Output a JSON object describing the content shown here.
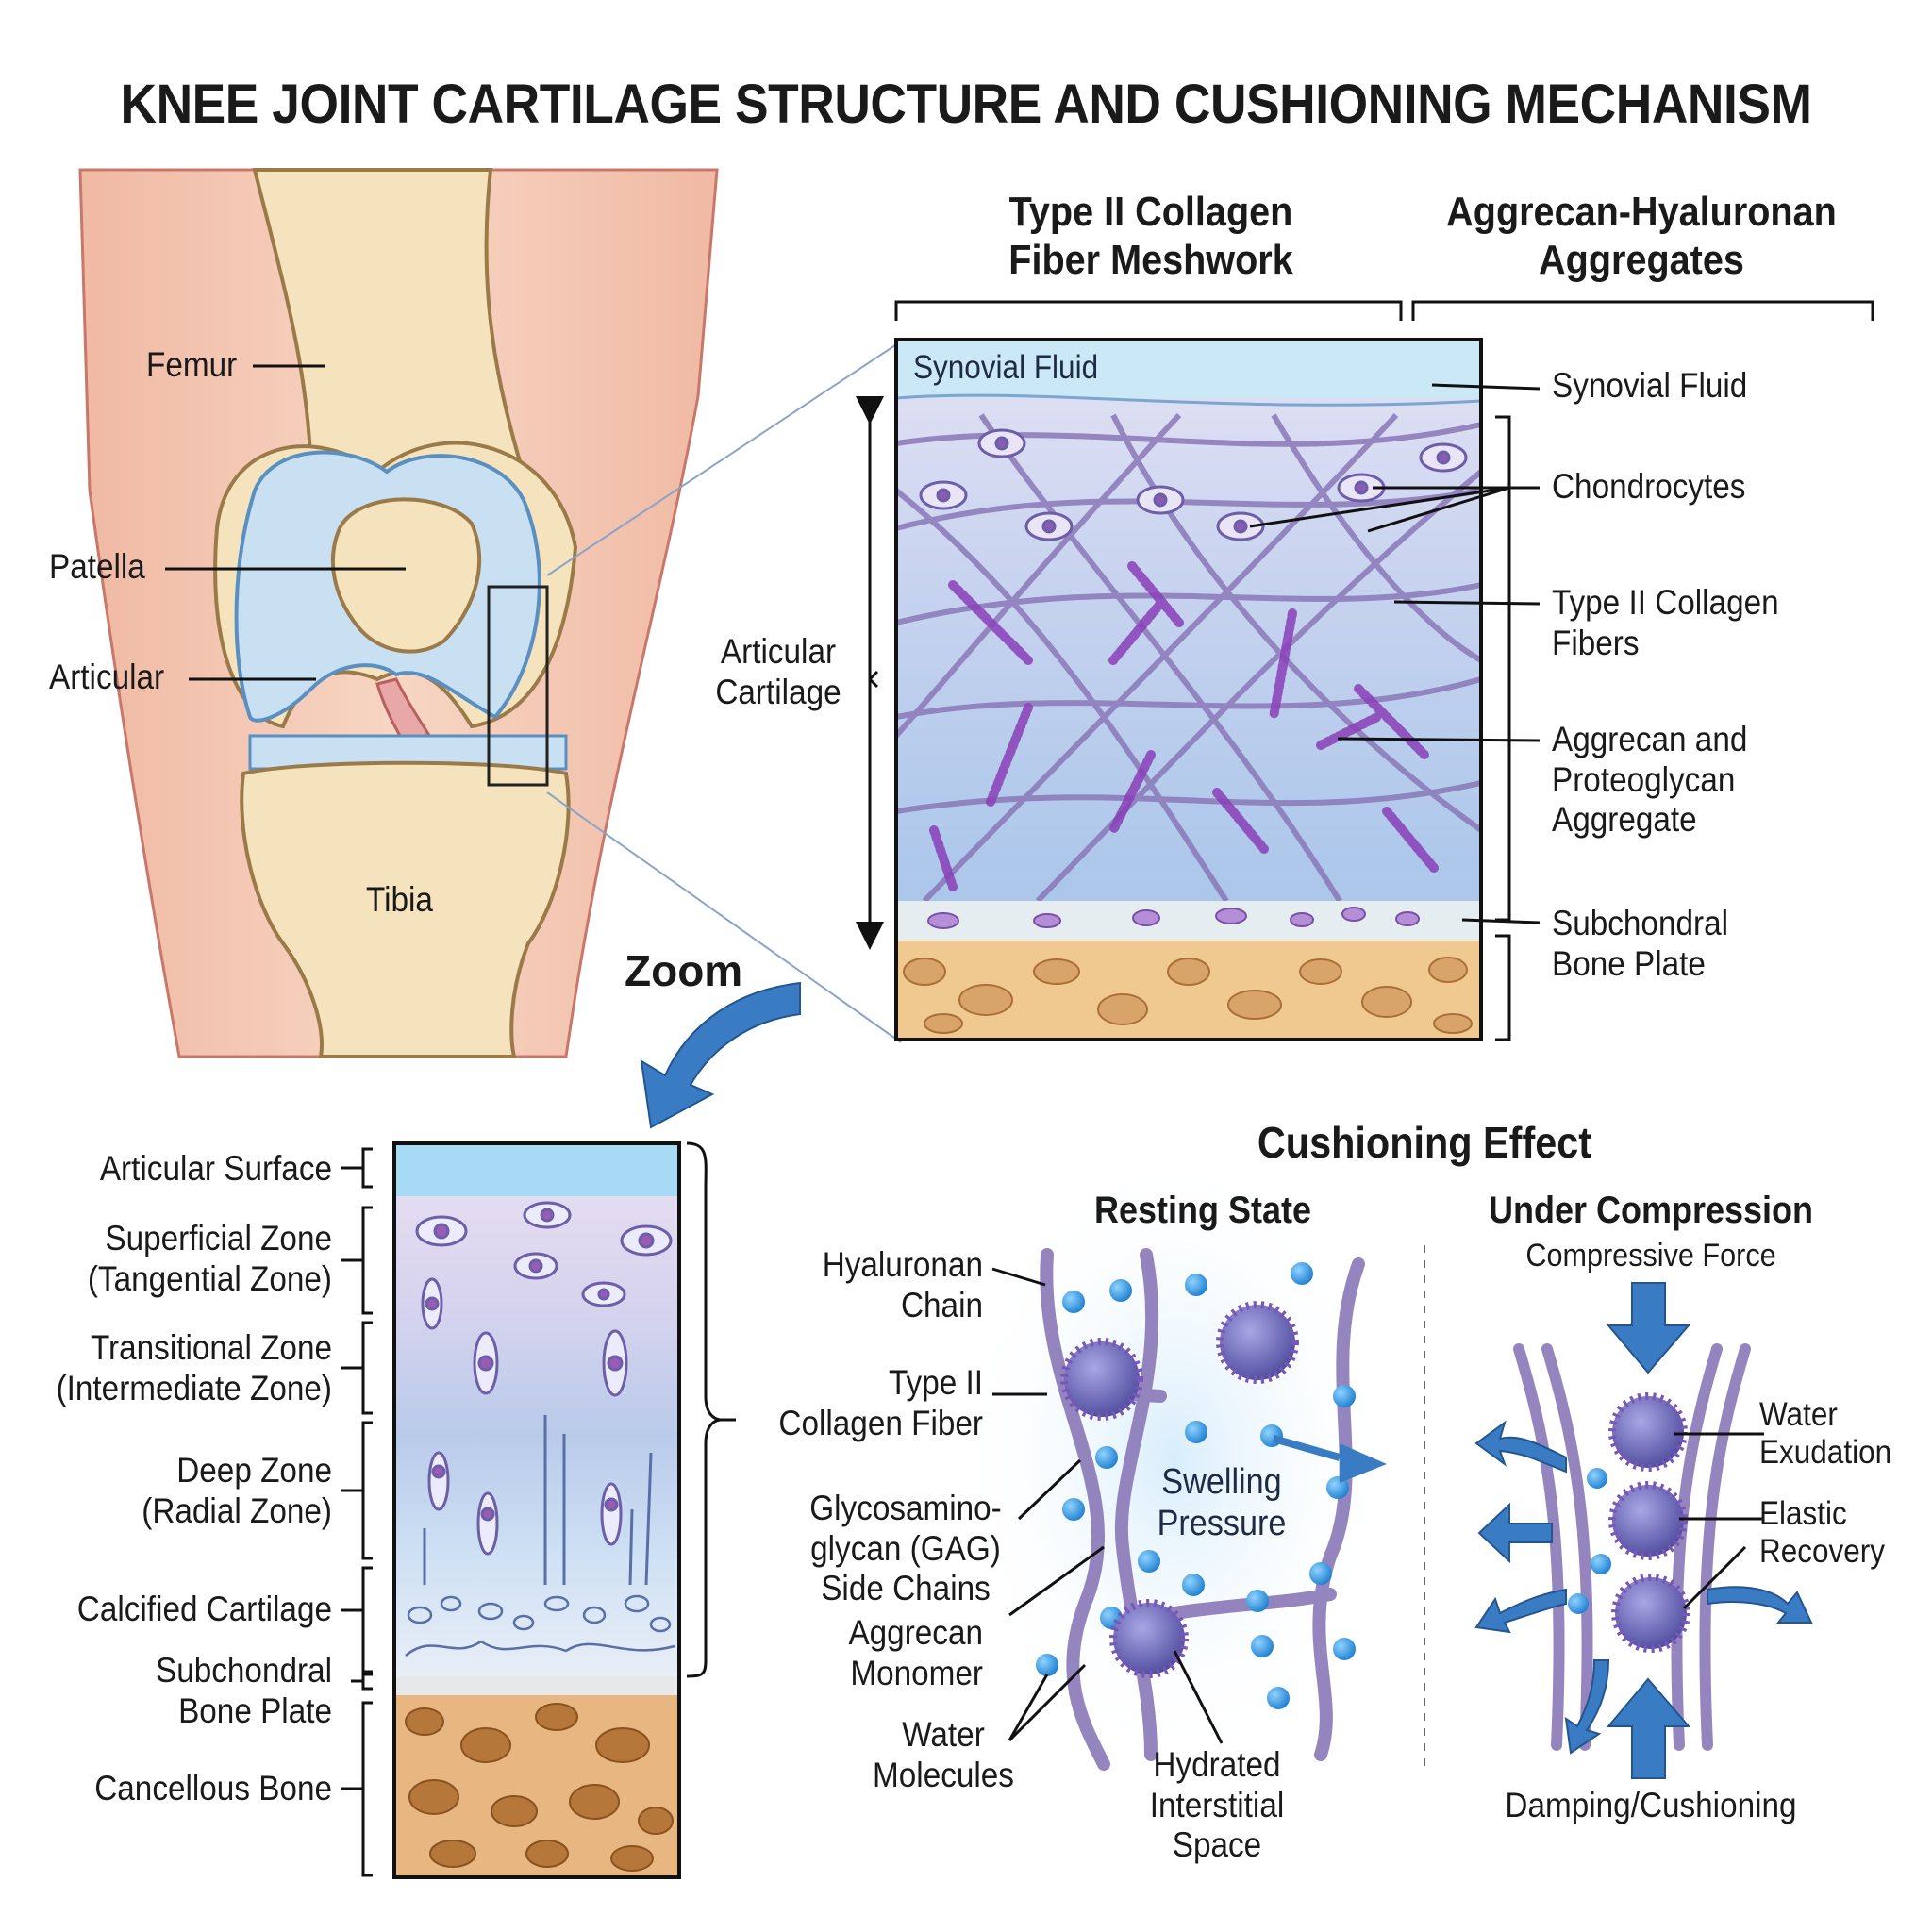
{
  "title": "KNEE JOINT CARTILAGE STRUCTURE AND CUSHIONING MECHANISM",
  "knee": {
    "femur": "Femur",
    "patella": "Patella",
    "articular": "Articular",
    "tibia": "Tibia",
    "zoom": "Zoom"
  },
  "detail": {
    "header_collagen": "Type II Collagen\nFiber Meshwork",
    "header_aggrecan": "Aggrecan-Hyaluronan\nAggregates",
    "inner_synovial": "Synovial Fluid",
    "left_articular": "Articular\nCartilage",
    "labels": {
      "synovial": "Synovial Fluid",
      "chondrocytes": "Chondrocytes",
      "collagen": "Type II Collagen\nFibers",
      "aggrecan": "Aggrecan and\nProteoglycan\nAggregate",
      "subchondral": "Subchondral\nBone Plate"
    }
  },
  "zones": {
    "articular_surface": "Articular Surface",
    "superficial": "Superficial Zone\n(Tangential Zone)",
    "transitional": "Transitional Zone\n(Intermediate Zone)",
    "deep": "Deep Zone\n(Radial Zone)",
    "calcified": "Calcified Cartilage",
    "subchondral": "Subchondral\nBone Plate",
    "cancellous": "Cancellous Bone"
  },
  "cushion": {
    "title": "Cushioning Effect",
    "resting": "Resting State",
    "compression": "Under Compression",
    "compressive_force": "Compressive Force",
    "hyaluronan": "Hyaluronan\nChain",
    "collagen": "Type II\nCollagen Fiber",
    "gag": "Glycosamino-\nglycan (GAG)\nSide Chains",
    "aggrecan_monomer": "Aggrecan\nMonomer",
    "water": "Water\nMolecules",
    "swelling": "Swelling\nPressure",
    "hydrated": "Hydrated\nInterstitial\nSpace",
    "water_exudation": "Water\nExudation",
    "elastic": "Elastic\nRecovery",
    "damping": "Damping/Cushioning"
  },
  "colors": {
    "skin": "#f3cdb8",
    "bone": "#f2ddb0",
    "cartilage": "#c9dff2",
    "meshwork_fill": "#aecbeb",
    "fiber": "#8a78b8",
    "aggrecan": "#7a4fb0",
    "water": "#3c9be0",
    "arrow": "#3a7cc4",
    "spongy_bone": "#d9a46a"
  }
}
